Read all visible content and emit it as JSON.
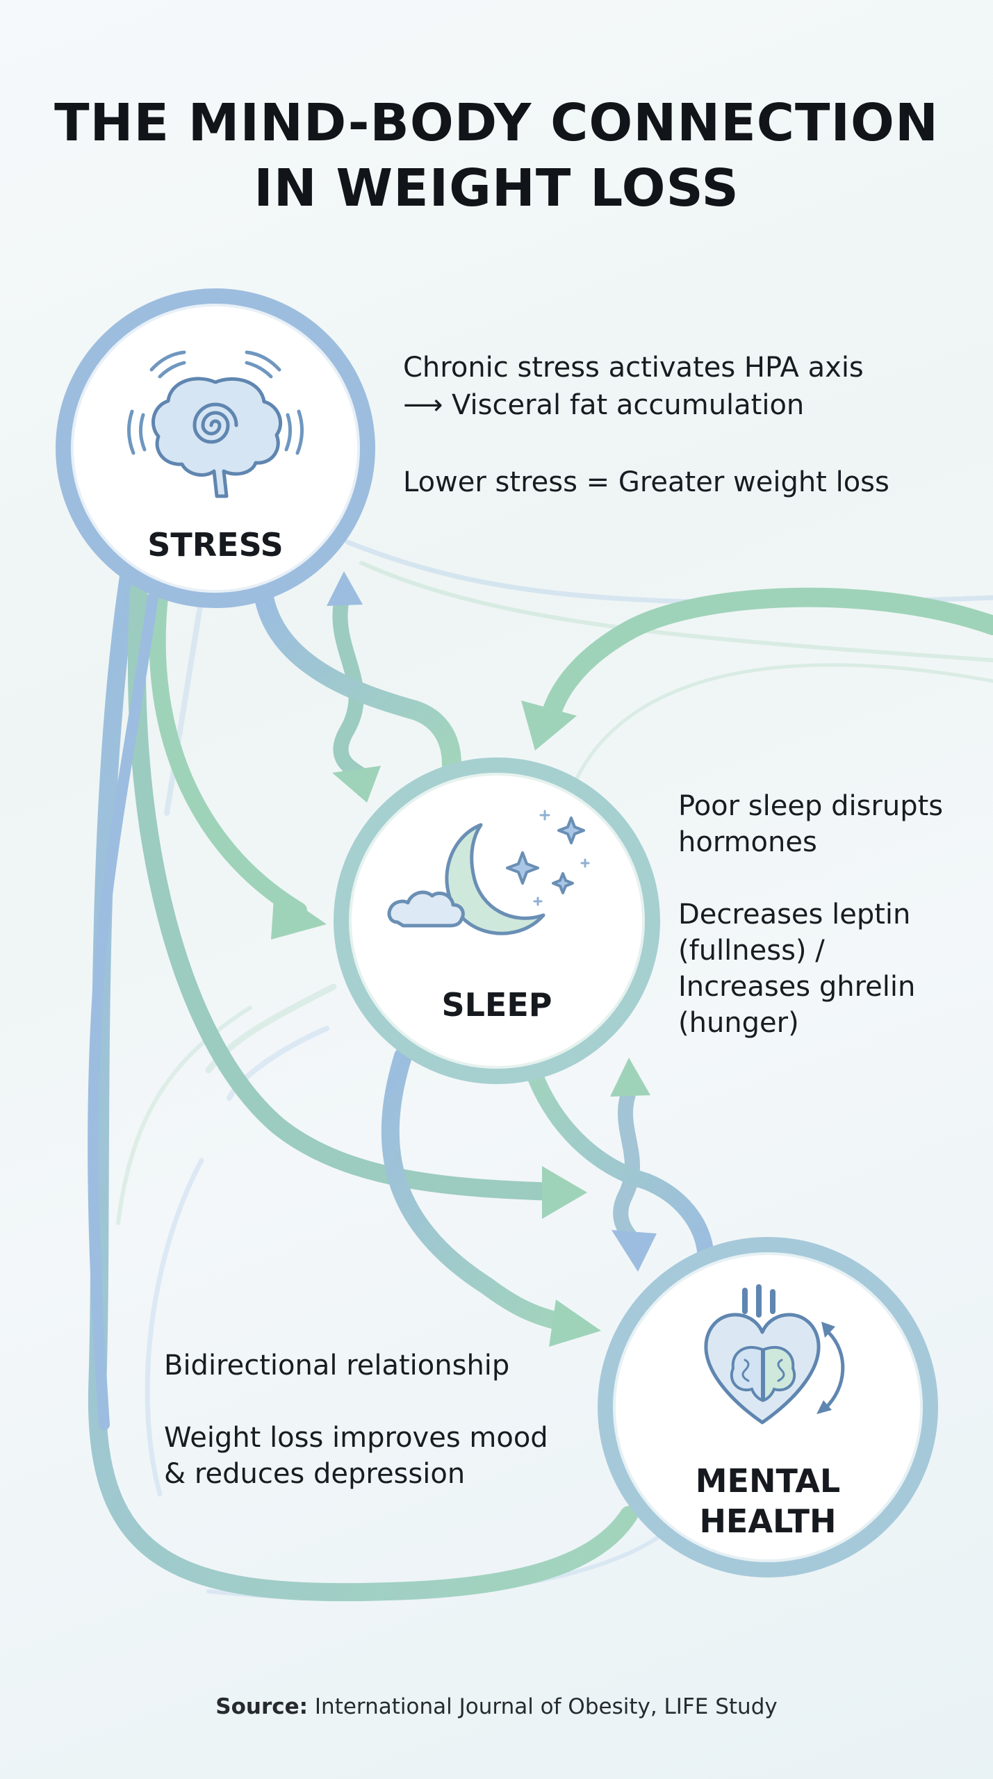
{
  "title": {
    "line1": "THE MIND-BODY CONNECTION",
    "line2": "IN WEIGHT LOSS"
  },
  "nodes": {
    "stress": {
      "label": "STRESS",
      "icon": "brain-spiral-icon"
    },
    "sleep": {
      "label": "SLEEP",
      "icon": "moon-stars-cloud-icon"
    },
    "mental_health": {
      "label_line1": "MENTAL",
      "label_line2": "HEALTH",
      "icon": "heart-brain-cycle-icon"
    }
  },
  "notes": {
    "stress": {
      "line1": "Chronic stress activates HPA axis",
      "line2": "⟶ Visceral fat accumulation",
      "line3": "Lower stress = Greater weight loss"
    },
    "sleep": {
      "line1": "Poor sleep disrupts",
      "line2": "hormones",
      "line3": "Decreases leptin",
      "line4": "(fullness) /",
      "line5": "Increases ghrelin",
      "line6": "(hunger)"
    },
    "mental_health": {
      "line1": "Bidirectional relationship",
      "line2": "Weight loss improves mood",
      "line3": "& reduces depression"
    }
  },
  "source": {
    "label": "Source:",
    "text": "International Journal of Obesity, LIFE Study"
  },
  "colors": {
    "blue": "#9cbde0",
    "green": "#9fd3b9",
    "title": "#111418"
  }
}
